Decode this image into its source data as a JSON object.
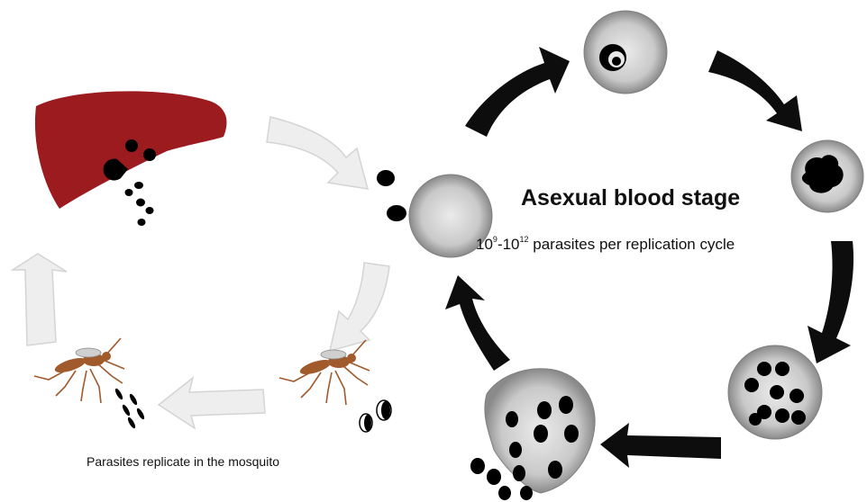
{
  "stage_title": "Asexual blood stage",
  "replication": {
    "base1": "10",
    "exp1": "9",
    "sep": "-10",
    "exp2": "12",
    "suffix": " parasites per replication cycle"
  },
  "mosquito_caption": "Parasites replicate in the mosquito",
  "colors": {
    "liver": "#9b1b1f",
    "cell_outer": "#7f7f7f",
    "cell_inner": "#e6e6e6",
    "black_arrow": "#0d0d0d",
    "grey_arrow": "#eeeeee",
    "grey_arrow_stroke": "#d0d0d0",
    "mosquito_body": "#a05a2c"
  }
}
